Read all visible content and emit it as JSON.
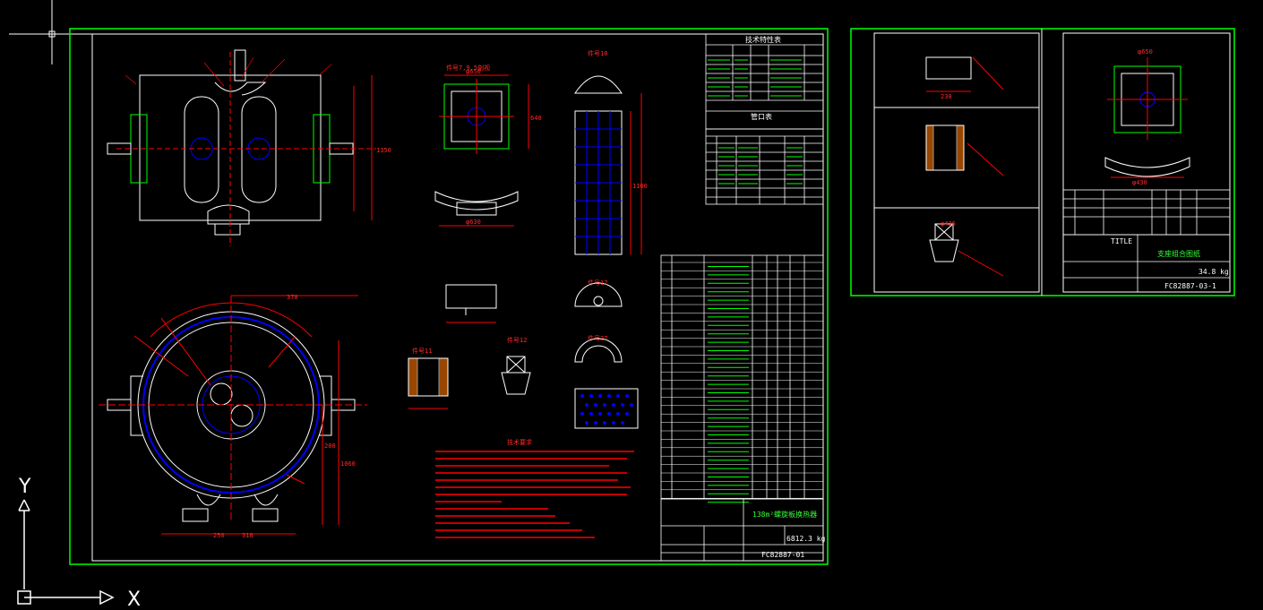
{
  "colors": {
    "background": "#000000",
    "frame": "#00ff00",
    "outline": "#ffffff",
    "dimension": "#ff0000",
    "vessel": "#0000ff",
    "annotation": "#39ff39",
    "crosshair": "#ffffff"
  },
  "ucs": {
    "x_label": "X",
    "y_label": "Y"
  },
  "main_sheet": {
    "drawing_title": "138m²螺旋板换热器",
    "drawing_number": "FC82887-01",
    "total_weight": "6812.3 kg",
    "tech_table_title": "技术特性表",
    "nozzle_table_title": "管口表",
    "notes_title": "技术要求",
    "view_labels": [
      "件号7,9,5剖视",
      "件号10",
      "件号11",
      "件号12",
      "件号17",
      "件号27"
    ],
    "dims": [
      "φ650",
      "φ630",
      "640",
      "1350",
      "1100",
      "1060",
      "200",
      "250",
      "318",
      "370"
    ]
  },
  "support_sheet": {
    "title_label": "TITLE",
    "drawing_title": "支座组合图纸",
    "drawing_number": "FC82887-03-1",
    "weight": "34.8 kg",
    "dims": [
      "φ650",
      "φ430",
      "φ436",
      "230"
    ]
  }
}
